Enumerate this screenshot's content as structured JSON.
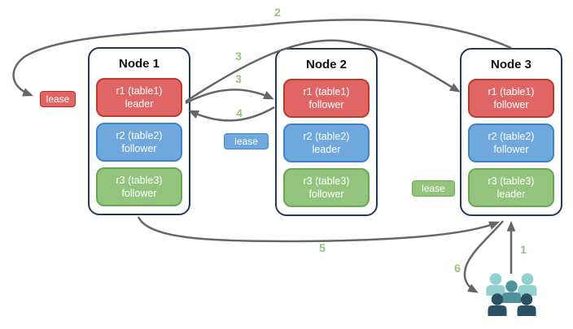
{
  "nodes": [
    {
      "title": "Node 1",
      "replicas": [
        {
          "label": "r1 (table1)",
          "role": "leader",
          "color": "red"
        },
        {
          "label": "r2 (table2)",
          "role": "follower",
          "color": "blue"
        },
        {
          "label": "r3 (table3)",
          "role": "follower",
          "color": "green"
        }
      ]
    },
    {
      "title": "Node 2",
      "replicas": [
        {
          "label": "r1 (table1)",
          "role": "follower",
          "color": "red"
        },
        {
          "label": "r2 (table2)",
          "role": "leader",
          "color": "blue"
        },
        {
          "label": "r3 (table3)",
          "role": "follower",
          "color": "green"
        }
      ]
    },
    {
      "title": "Node 3",
      "replicas": [
        {
          "label": "r1 (table1)",
          "role": "follower",
          "color": "red"
        },
        {
          "label": "r2 (table2)",
          "role": "follower",
          "color": "blue"
        },
        {
          "label": "r3 (table3)",
          "role": "leader",
          "color": "green"
        }
      ]
    }
  ],
  "leases": [
    {
      "label": "lease",
      "color": "red"
    },
    {
      "label": "lease",
      "color": "blue"
    },
    {
      "label": "lease",
      "color": "green"
    }
  ],
  "steps": {
    "step1": "1",
    "step2": "2",
    "step3a": "3",
    "step3b": "3",
    "step4": "4",
    "step5": "5",
    "step6": "6"
  },
  "icons": {
    "clients": "group-of-users-icon"
  },
  "colors": {
    "red_fill": "#e06666",
    "red_border": "#c0392b",
    "blue_fill": "#6fa8dc",
    "blue_border": "#3d85c6",
    "green_fill": "#93c47d",
    "green_border": "#6aa84f",
    "node_border": "#23395b",
    "arrow": "#666666",
    "step_label": "#93c47d",
    "users_light": "#92d1cf",
    "users_medium": "#4f929b",
    "users_dark": "#2b4f63"
  }
}
